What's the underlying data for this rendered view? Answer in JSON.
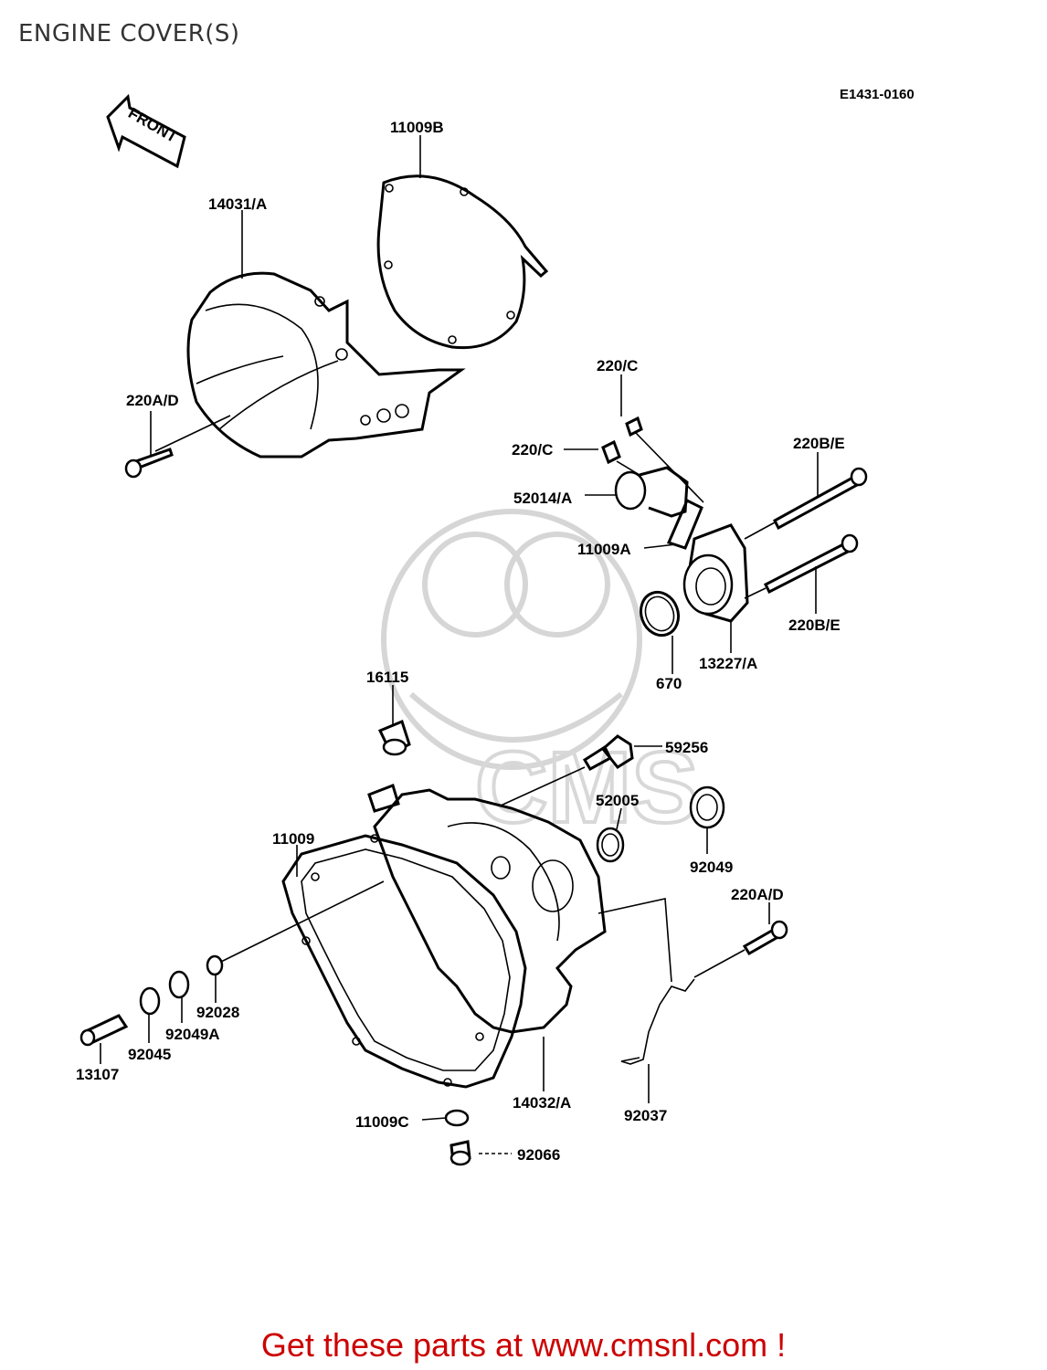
{
  "header": {
    "title": "ENGINE COVER(S)",
    "diagram_code": "E1431-0160"
  },
  "front_arrow_text": "FRONT",
  "watermark_text": "CMS",
  "parts": {
    "p11009B": "11009B",
    "p14031A": "14031/A",
    "p220AD_top": "220A/D",
    "p220C_1": "220/C",
    "p220C_2": "220/C",
    "p52014A": "52014/A",
    "p11009A": "11009A",
    "p220BE_1": "220B/E",
    "p220BE_2": "220B/E",
    "p13227A": "13227/A",
    "p670": "670",
    "p16115": "16115",
    "p59256": "59256",
    "p52005": "52005",
    "p92049": "92049",
    "p220AD_bottom": "220A/D",
    "p11009": "11009",
    "p92028": "92028",
    "p92049A": "92049A",
    "p92045": "92045",
    "p13107": "13107",
    "p14032A": "14032/A",
    "p92037": "92037",
    "p11009C": "11009C",
    "p92066": "92066"
  },
  "footer": {
    "link_text": "Get these parts at www.cmsnl.com !"
  }
}
